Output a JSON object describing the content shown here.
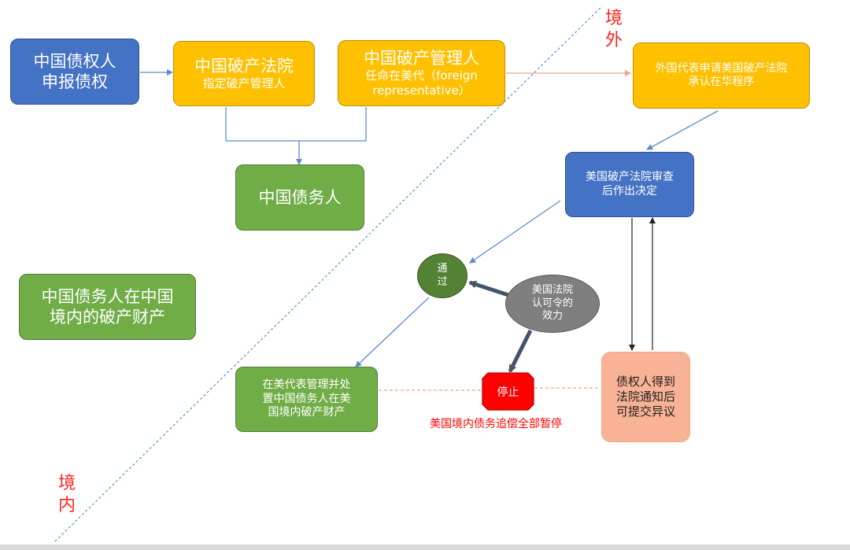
{
  "zones": {
    "outside": [
      "境",
      "外"
    ],
    "inside": [
      "境",
      "内"
    ]
  },
  "nodes": {
    "cn_creditor": [
      "中国债权人",
      "申报债权"
    ],
    "cn_court": [
      "中国破产法院",
      "指定破产管理人"
    ],
    "cn_admin": [
      "中国破产管理人",
      "任命在美代（foreign",
      "representative）"
    ],
    "foreign_rep": [
      "外国代表申请美国破产法院",
      "承认在华程序"
    ],
    "cn_debtor": [
      "中国债务人"
    ],
    "us_court": [
      "美国破产法院审查",
      "后作出决定"
    ],
    "cn_assets": [
      "中国债务人在中国",
      "境内的破产财产"
    ],
    "pass": [
      "通",
      "过"
    ],
    "us_effect": [
      "美国法院",
      "认可令的",
      "效力"
    ],
    "us_manage": [
      "在美代表管理并处",
      "置中国债务人在美",
      "国境内破产财产"
    ],
    "stop": "停止",
    "creditor_objection": [
      "债权人得到",
      "法院通知后",
      "可提交异议"
    ]
  },
  "stop_caption": "美国境内债务追偿全部暂停",
  "colors": {
    "blue": "#4472c4",
    "yellow": "#ffc000",
    "green": "#70ad47",
    "dark_green": "#548235",
    "peach": "#f8b296",
    "gray": "#7f7f7f",
    "stop_red": "#ff0000",
    "label_red": "#ff2222",
    "arrow_blue": "#5b8bd0",
    "arrow_orange": "#f4a582"
  }
}
